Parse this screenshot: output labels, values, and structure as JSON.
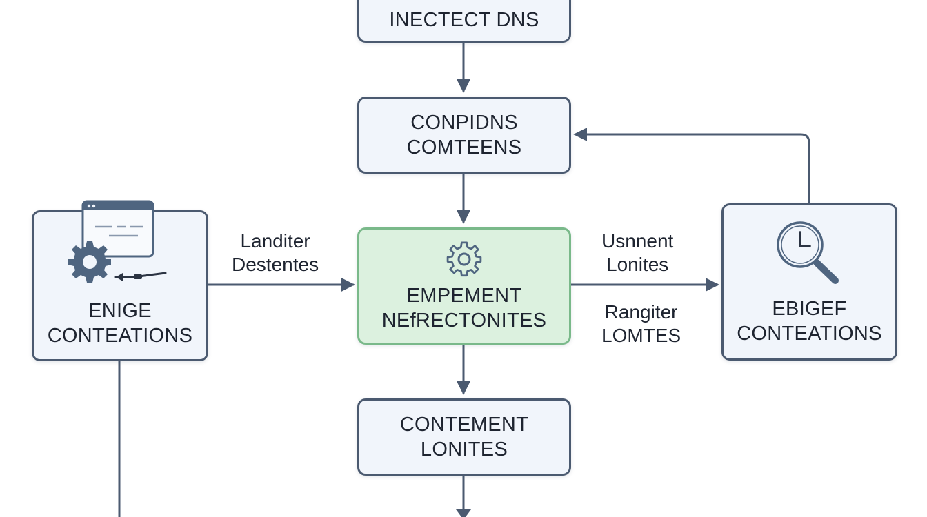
{
  "colors": {
    "stroke": "#4b5a70",
    "node_fill": "#f1f5fb",
    "active_fill": "#dcf1df",
    "active_stroke": "#7ab98a",
    "icon_fill": "#4f6580",
    "text": "#1e2430"
  },
  "nodes": {
    "top": {
      "line1": "INECTECT DNS"
    },
    "second": {
      "line1": "CONPIDNS",
      "line2": "COMTEENS"
    },
    "center": {
      "line1": "EMPEMENT",
      "line2": "NEfRECTONITES",
      "icon": "gear-icon"
    },
    "left": {
      "line1": "ENIGE",
      "line2": "CONTEATIONS",
      "icon": "browser-gear-icon"
    },
    "right": {
      "line1": "EBIGEF",
      "line2": "CONTEATIONS",
      "icon": "clock-search-icon"
    },
    "bottom": {
      "line1": "CONTEMENT",
      "line2": "LONITES"
    }
  },
  "edge_labels": {
    "left_to_center": {
      "line1": "Landiter",
      "line2": "Destentes"
    },
    "center_to_right_top": {
      "line1": "Usnnent",
      "line2": "Lonites"
    },
    "center_to_right_bottom": {
      "line1": "Rangiter",
      "line2": "LOMTES"
    }
  }
}
